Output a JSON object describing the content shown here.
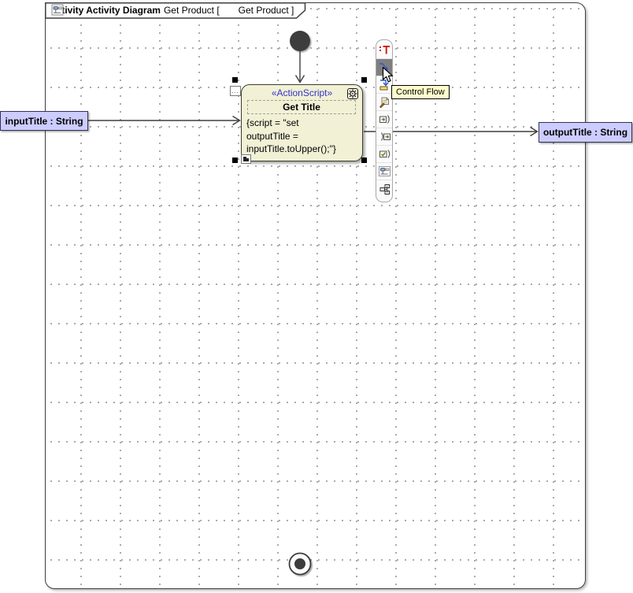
{
  "header": {
    "keyword_text": "activity Activity Diagram",
    "context_text": "Get Product [",
    "ref_text": "Get Product ]",
    "icon": "activity-diagram-icon"
  },
  "canvas": {
    "action_node": {
      "stereotype": "«ActionScript»",
      "name": "Get Title",
      "body_lines": [
        "{script = \"set",
        "outputTitle =",
        "inputTitle.toUpper();\"}"
      ],
      "corner_icon": "gear-icon"
    },
    "input_parameter": {
      "label": "inputTitle : String"
    },
    "output_parameter": {
      "label": "outputTitle : String"
    }
  },
  "manipulator_toolbar": {
    "items": [
      {
        "name": "text-tool"
      },
      {
        "name": "control-flow",
        "selected": true
      },
      {
        "name": "object-flow"
      },
      {
        "name": "comment"
      },
      {
        "name": "input-pin"
      },
      {
        "name": "output-pin"
      },
      {
        "name": "value-pin"
      },
      {
        "name": "diagram"
      },
      {
        "name": "structured-activity-node"
      }
    ]
  },
  "tooltip": {
    "text": "Control Flow"
  },
  "colors": {
    "parameter_fill": "#ccccff",
    "action_fill": "#f2f1d6",
    "stereotype_text": "#3333cc",
    "line": "#3f3f3f",
    "tooltip_bg": "#ffffcc",
    "selected_tool_bg": "#7f7f7f",
    "grid_dot": "#8f8f8f",
    "text_tool_red": "#cc2211",
    "flow_blue": "#3355cc"
  }
}
